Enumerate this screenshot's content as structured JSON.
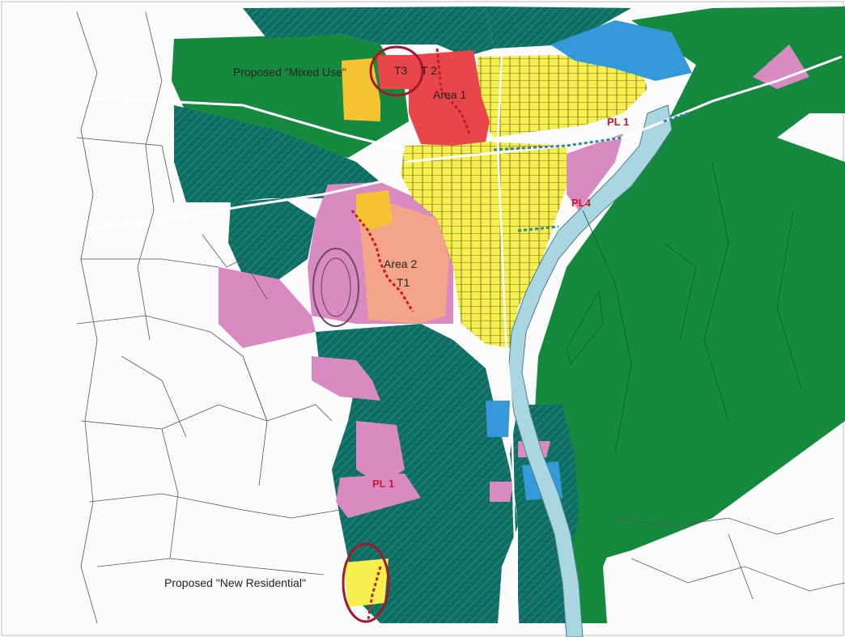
{
  "map": {
    "labels": {
      "mixed_use": "Proposed \"Mixed Use\"",
      "new_residential": "Proposed \"New Residential\"",
      "area1": "Area 1",
      "area2": "Area 2",
      "t1": "T1",
      "t2": "T 2",
      "t3": "T3",
      "pl1": "PL 1",
      "pl4": "PL4",
      "pl1_south": "PL 1"
    },
    "colors": {
      "town_centre": "#f5f04e",
      "mixed_use_orange": "#f4c531",
      "residential_teal": "#0e6e63",
      "open_space_green": "#158a3f",
      "community_pink": "#d98ac0",
      "area2_salmon": "#f3a489",
      "area1_red": "#e8464a",
      "water_blue": "#3399d9",
      "river": "#a9d6e0",
      "circle_outline": "#a3182c",
      "route_red": "#c81a2c",
      "route_teal": "#2a88a6"
    }
  }
}
